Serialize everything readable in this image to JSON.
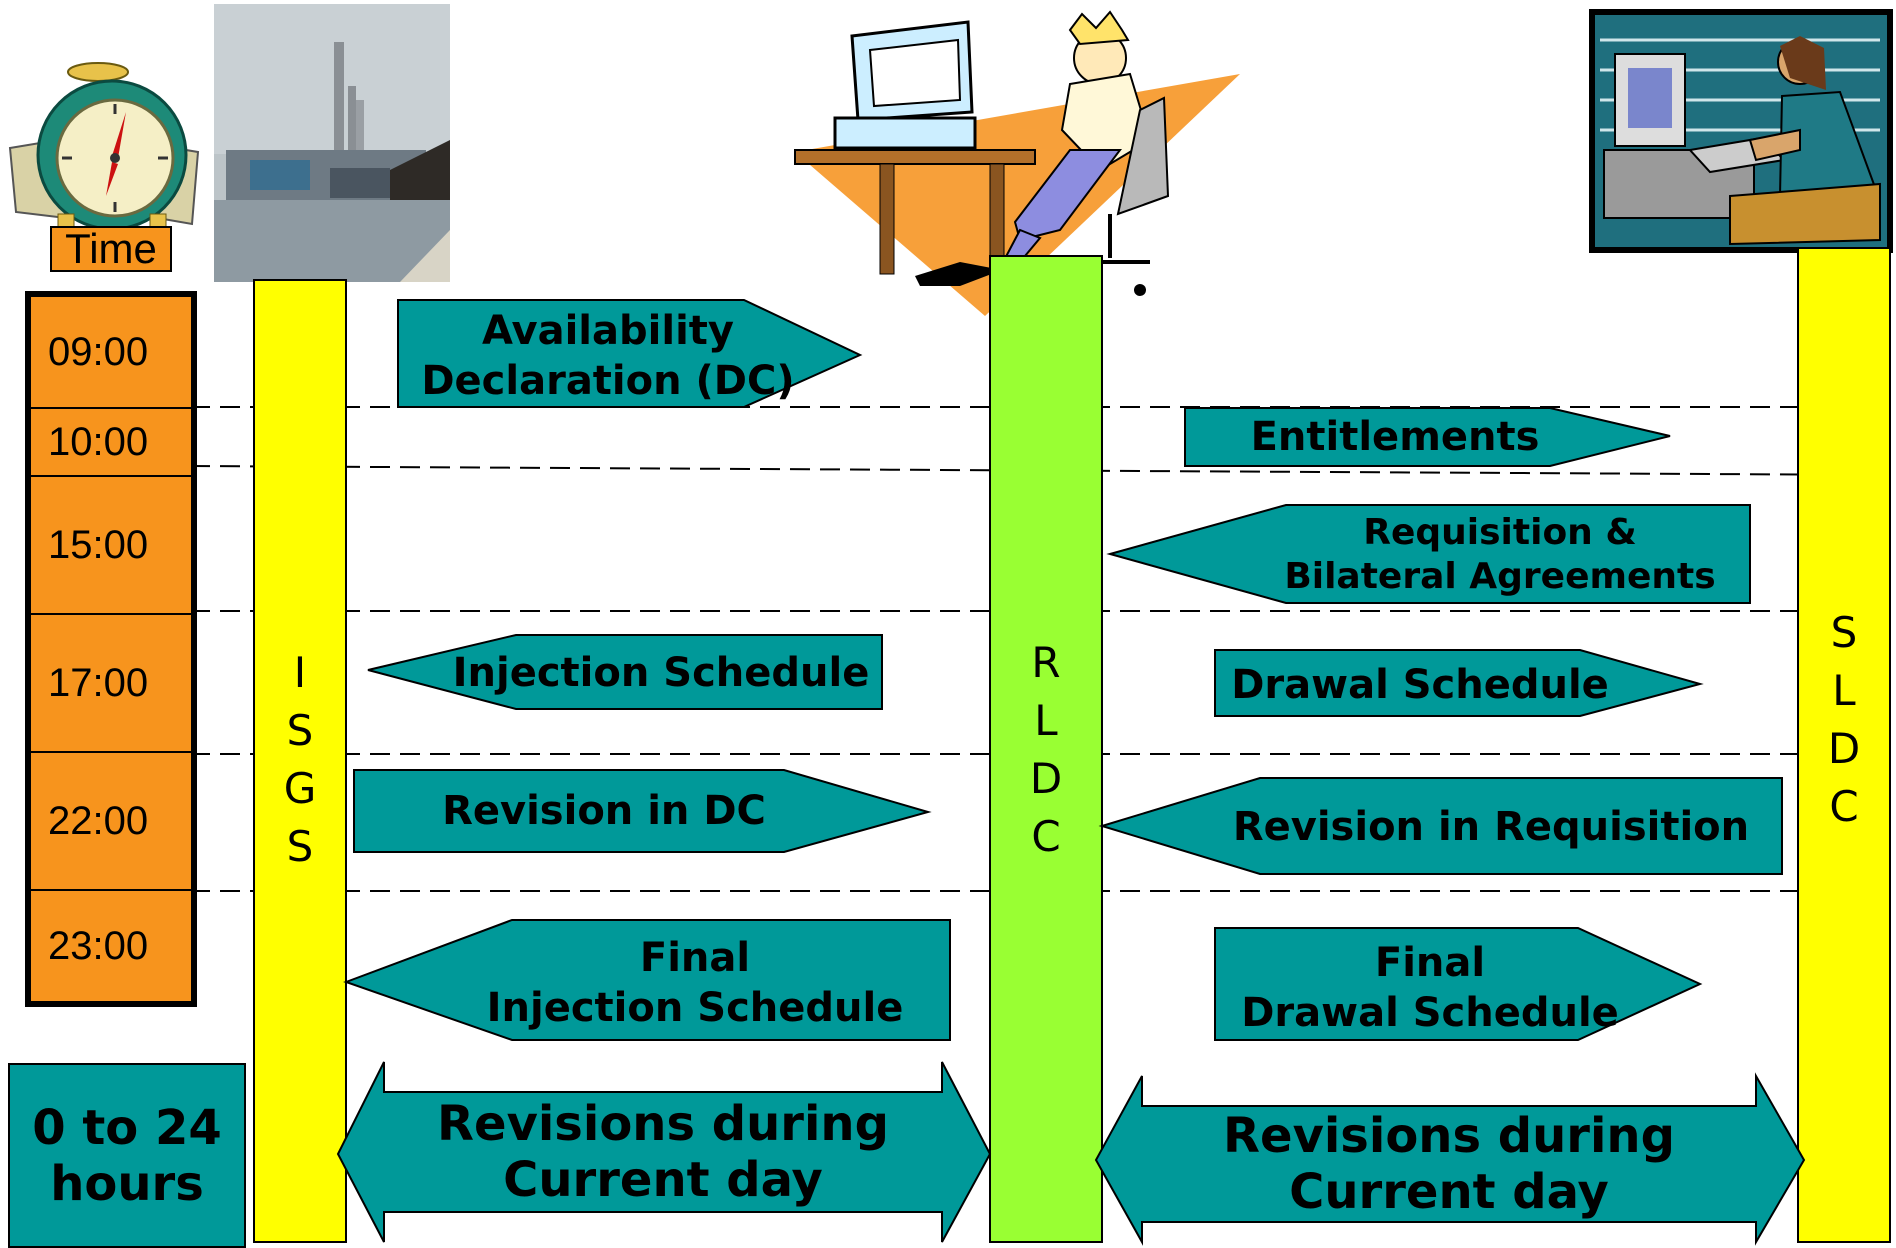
{
  "time_header": "Time",
  "times": [
    "09:00",
    "10:00",
    "15:00",
    "17:00",
    "22:00",
    "23:00"
  ],
  "duration_box": [
    "0 to 24",
    "hours"
  ],
  "columns": {
    "isgs": [
      "I",
      "S",
      "G",
      "S"
    ],
    "rldc": [
      "R",
      "L",
      "D",
      "C"
    ],
    "sldc": [
      "S",
      "L",
      "D",
      "C"
    ]
  },
  "arrows": {
    "availability_dc": [
      "Availability",
      "Declaration (DC)"
    ],
    "entitlements": [
      "Entitlements"
    ],
    "requisition": [
      "Requisition &",
      "Bilateral Agreements"
    ],
    "injection_schedule": [
      "Injection Schedule"
    ],
    "drawal_schedule": [
      "Drawal Schedule"
    ],
    "revision_dc": [
      "Revision in DC"
    ],
    "revision_requisition": [
      "Revision in Requisition"
    ],
    "final_injection": [
      "Final",
      "Injection Schedule"
    ],
    "final_drawal": [
      "Final",
      "Drawal Schedule"
    ],
    "revisions_left": [
      "Revisions during",
      "Current day"
    ],
    "revisions_right": [
      "Revisions during",
      "Current day"
    ]
  },
  "colors": {
    "teal": "#009999",
    "orange": "#f7941d",
    "yellow": "#ffff00",
    "green": "#99ff33"
  },
  "icons": [
    "alarm-clock-icon",
    "power-plant-photo",
    "rldc-operator-clipart",
    "sldc-operator-clipart"
  ]
}
